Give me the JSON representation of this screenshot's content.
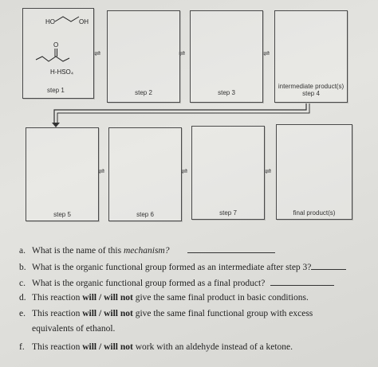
{
  "row1": {
    "reactant_diol_ho": "HO",
    "reactant_diol_oh": "OH",
    "ketone_o": "O",
    "catalyst": "H-HSO₄",
    "step1": "step 1",
    "step2": "step 2",
    "step3": "step 3",
    "step4_line1": "intermediate product(s)",
    "step4_line2": "step 4"
  },
  "row2": {
    "step5": "step 5",
    "step6": "step 6",
    "step7": "step 7",
    "final": "final product(s)"
  },
  "arrow_glyph": "⇌",
  "questions": {
    "a": {
      "letter": "a.",
      "text": "What is the name of this ",
      "italic": "mechanism?"
    },
    "b": {
      "letter": "b.",
      "text": "What is the organic functional group formed as an intermediate after step 3?"
    },
    "c": {
      "letter": "c.",
      "text": "What is the organic functional group formed as a final product?"
    },
    "d": {
      "letter": "d.",
      "pre": "This reaction ",
      "bold": "will / will not",
      "post": " give the same final product in basic conditions."
    },
    "e": {
      "letter": "e.",
      "pre": "This reaction ",
      "bold": "will / will not",
      "post": " give the same final functional group with excess",
      "line2": "equivalents of ethanol."
    },
    "f": {
      "letter": "f.",
      "pre": "This reaction ",
      "bold": "will / will not",
      "post": " work with an aldehyde instead of a ketone."
    }
  }
}
